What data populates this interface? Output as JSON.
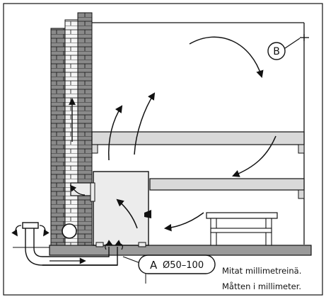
{
  "labels": {
    "vent_b": "B",
    "vent_a": "A",
    "vent_a_size": "Ø50–100"
  },
  "caption": {
    "line1": "Mitat millimetreinä.",
    "line2": "Måtten i millimeter."
  },
  "colors": {
    "line": "#111111",
    "brick_dark": "#8a8a8a",
    "brick_light": "#f2f2f2",
    "bench": "#d9d9d9",
    "floor": "#9a9a9a",
    "heater": "#ececec"
  },
  "icons": {
    "airflow_arrow": "curved-arrow",
    "vent_marker": "circle-label"
  }
}
